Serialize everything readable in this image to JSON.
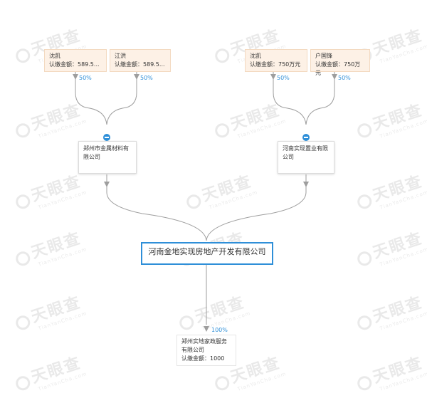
{
  "watermark": {
    "text": "天眼查",
    "subtext": "TianYanCha.com"
  },
  "shareholders": [
    {
      "name": "沈凯",
      "amount": "认缴金额：589.5...",
      "percent": "50%"
    },
    {
      "name": "江洪",
      "amount": "认缴金额：589.5...",
      "percent": "50%"
    },
    {
      "name": "沈凯",
      "amount": "认缴金额：750万元",
      "percent": "50%"
    },
    {
      "name": "户国锋",
      "amount": "认缴金额：750万元",
      "percent": "50%"
    }
  ],
  "parent_companies": [
    {
      "name": "郑州市金属材料有限公司"
    },
    {
      "name": "河南实现置业有限公司"
    }
  ],
  "main_company": {
    "name": "河南金地实现房地产开发有限公司"
  },
  "subsidiary": {
    "name": "郑州实地家政服务有限公司",
    "amount": "认缴金额：1000",
    "percent": "100%"
  },
  "colors": {
    "accent": "#2f8fd8",
    "line": "#9e9e9e",
    "share_bg": "#fdf1e6"
  }
}
